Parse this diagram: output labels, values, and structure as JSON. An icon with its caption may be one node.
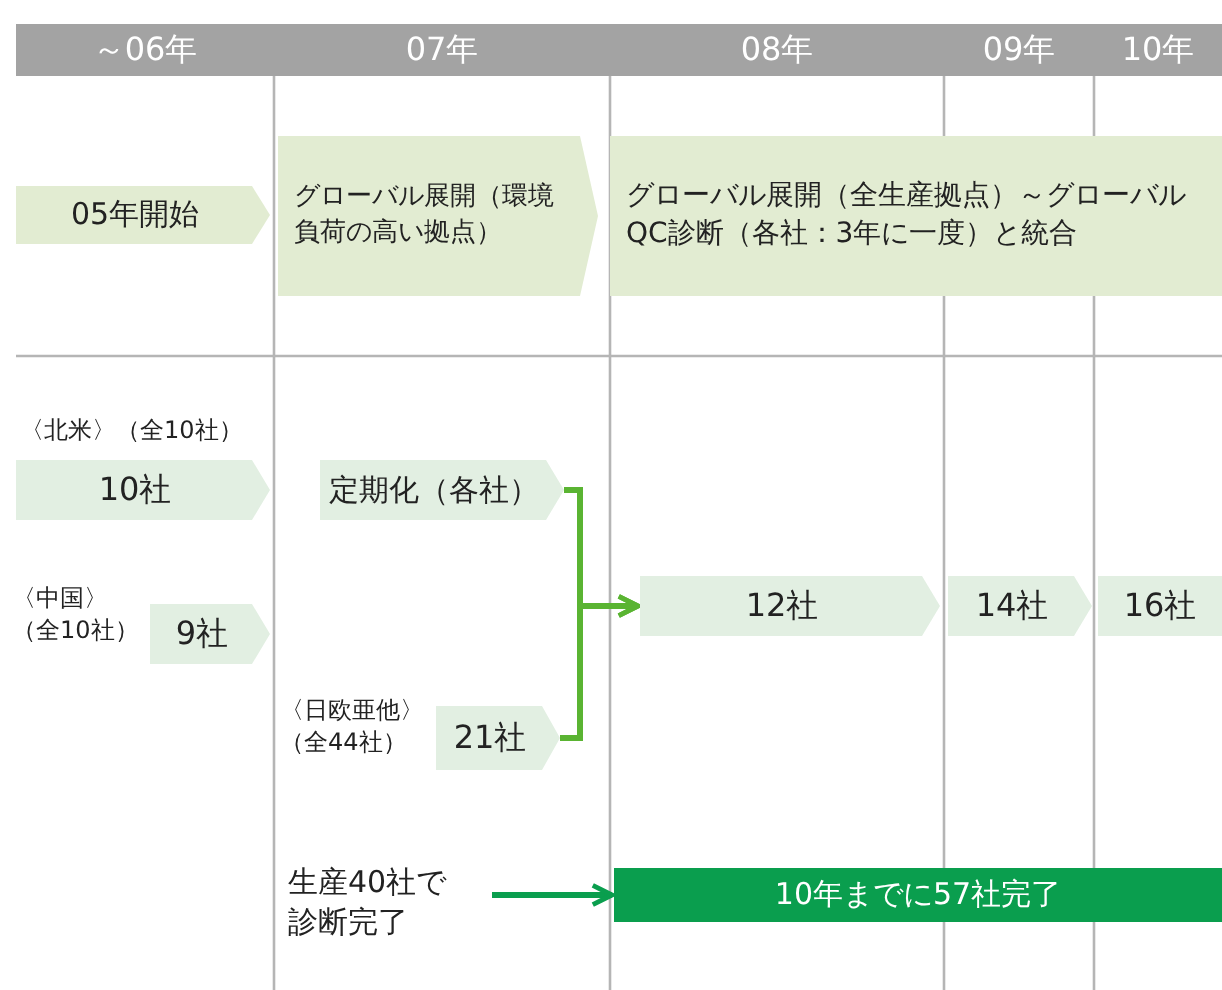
{
  "diagram": {
    "nodes": [
      {
        "text": [
          "～06年"
        ]
      },
      {
        "text": [
          "07年"
        ]
      },
      {
        "text": [
          "08年"
        ]
      },
      {
        "text": [
          "09年"
        ]
      },
      {
        "text": [
          "10年"
        ]
      },
      {
        "text": [
          "05年開始"
        ]
      },
      {
        "text": [
          "グローバル展開（環境負荷の高い拠点）"
        ]
      },
      {
        "text": [
          "グローバル展開（全生産拠点）～グローバルQC診断（各社：3年に一度）と統合"
        ]
      },
      {
        "text": [
          "10社"
        ],
        "beside": [
          "〈北米〉（全10社）"
        ]
      },
      {
        "text": [
          "9社"
        ],
        "beside": [
          "〈中国〉（全10社）"
        ]
      },
      {
        "text": [
          "定期化（各社）"
        ]
      },
      {
        "text": [
          "21社"
        ],
        "beside": [
          "〈日欧亜他〉（全44社）"
        ]
      },
      {
        "text": [
          "12社"
        ]
      },
      {
        "text": [
          "14社"
        ]
      },
      {
        "text": [
          "16社"
        ]
      },
      {
        "text": [
          "生産40社で診断完了"
        ]
      },
      {
        "text": [
          "10年までに57社完了"
        ]
      }
    ],
    "edges": [
      {
        "from": 10,
        "to": 12,
        "arrow": "to"
      },
      {
        "from": 11,
        "to": 12,
        "arrow": "to"
      },
      {
        "from": 15,
        "to": 16,
        "arrow": "to",
        "color": "#0a9e4e"
      }
    ]
  }
}
